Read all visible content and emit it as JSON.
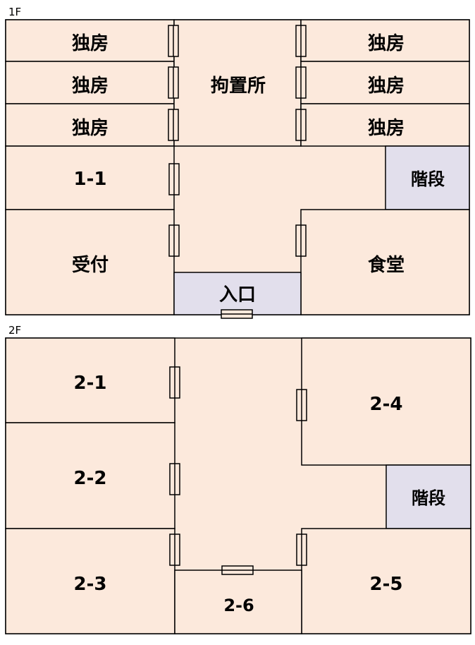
{
  "colors": {
    "room_fill": "#fce9dc",
    "stair_fill": "#e2dfec",
    "line": "#000000",
    "door_fill": "#ffffff"
  },
  "floors": [
    {
      "label": "1F",
      "rooms": {
        "cell_left_1": "独房",
        "cell_left_2": "独房",
        "cell_left_3": "独房",
        "detention": "拘置所",
        "cell_right_1": "独房",
        "cell_right_2": "独房",
        "cell_right_3": "独房",
        "room_1_1": "1-1",
        "stairs": "階段",
        "reception": "受付",
        "dining": "食堂",
        "entrance": "入口"
      }
    },
    {
      "label": "2F",
      "rooms": {
        "room_2_1": "2-1",
        "room_2_2": "2-2",
        "room_2_3": "2-3",
        "room_2_4": "2-4",
        "stairs": "階段",
        "room_2_5": "2-5",
        "room_2_6": "2-6"
      }
    }
  ]
}
